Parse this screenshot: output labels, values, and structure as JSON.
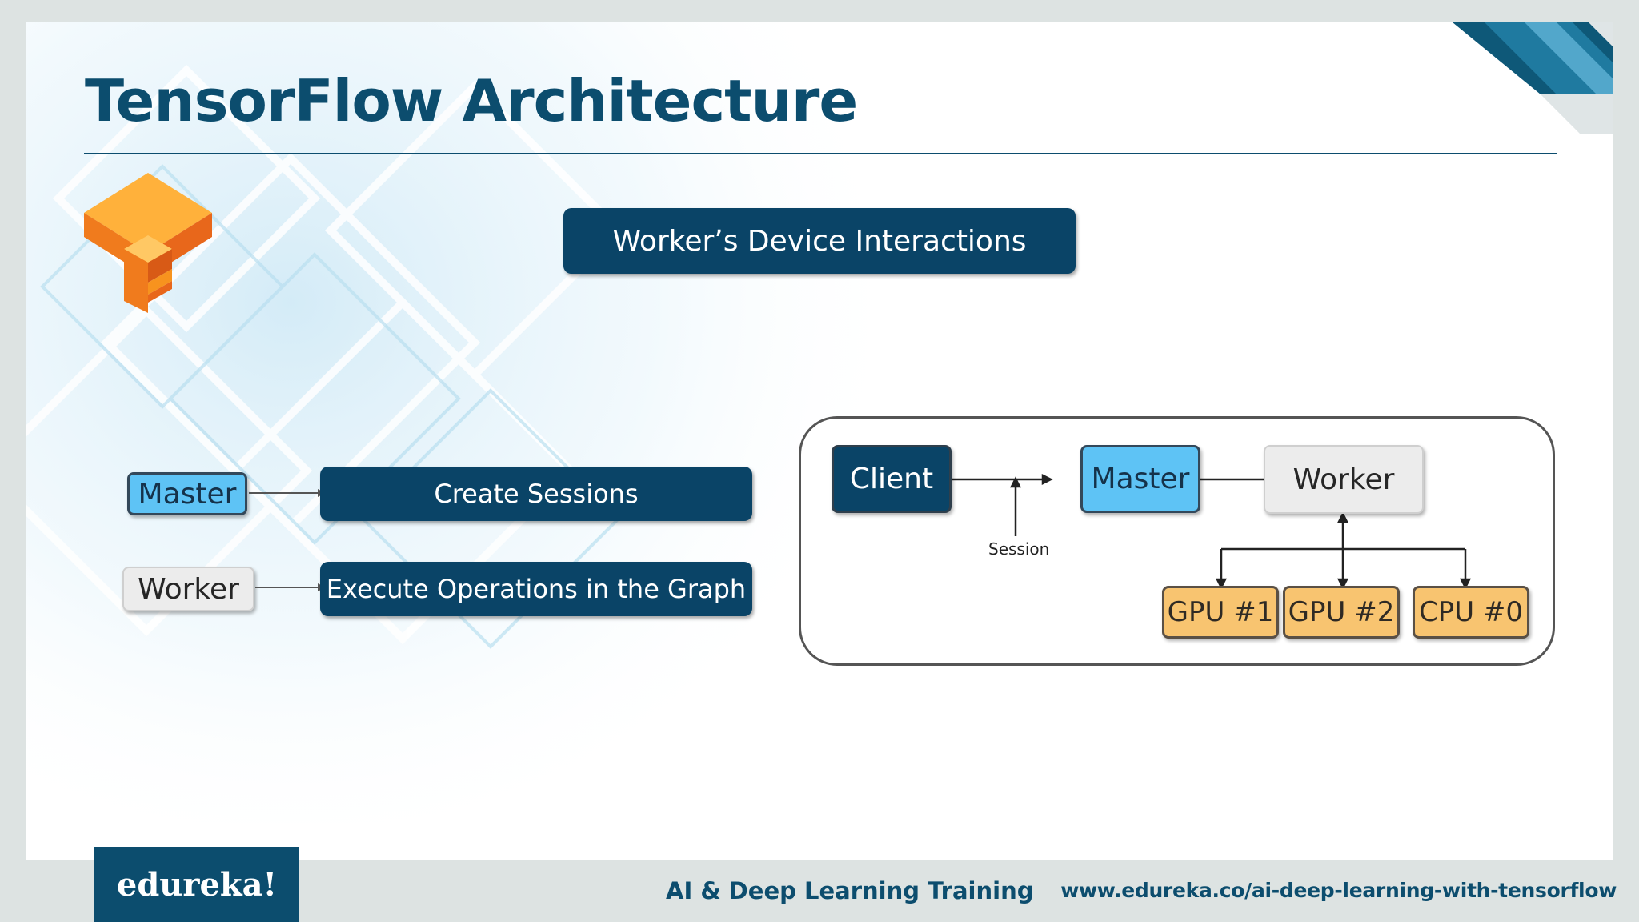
{
  "slide": {
    "title": "TensorFlow Architecture",
    "subtitle_button": "Worker’s Device Interactions"
  },
  "legend": {
    "rows": [
      {
        "tag": "Master",
        "description": "Create Sessions"
      },
      {
        "tag": "Worker",
        "description": "Execute Operations in the Graph"
      }
    ]
  },
  "diagram": {
    "client": "Client",
    "master": "Master",
    "worker": "Worker",
    "session_label": "Session",
    "devices": [
      "GPU #1",
      "GPU #2",
      "CPU #0"
    ]
  },
  "footer": {
    "logo_text": "edureka!",
    "course": "AI & Deep Learning Training",
    "url": "www.edureka.co/ai-deep-learning-with-tensorflow"
  },
  "icons": {
    "logo": "tensorflow-logo-icon",
    "arrow": "arrow-right-icon"
  },
  "colors": {
    "primary": "#0a4467",
    "master": "#5ec3f5",
    "worker": "#ececec",
    "device": "#f8c470",
    "logo_orange": "#f7931e"
  }
}
